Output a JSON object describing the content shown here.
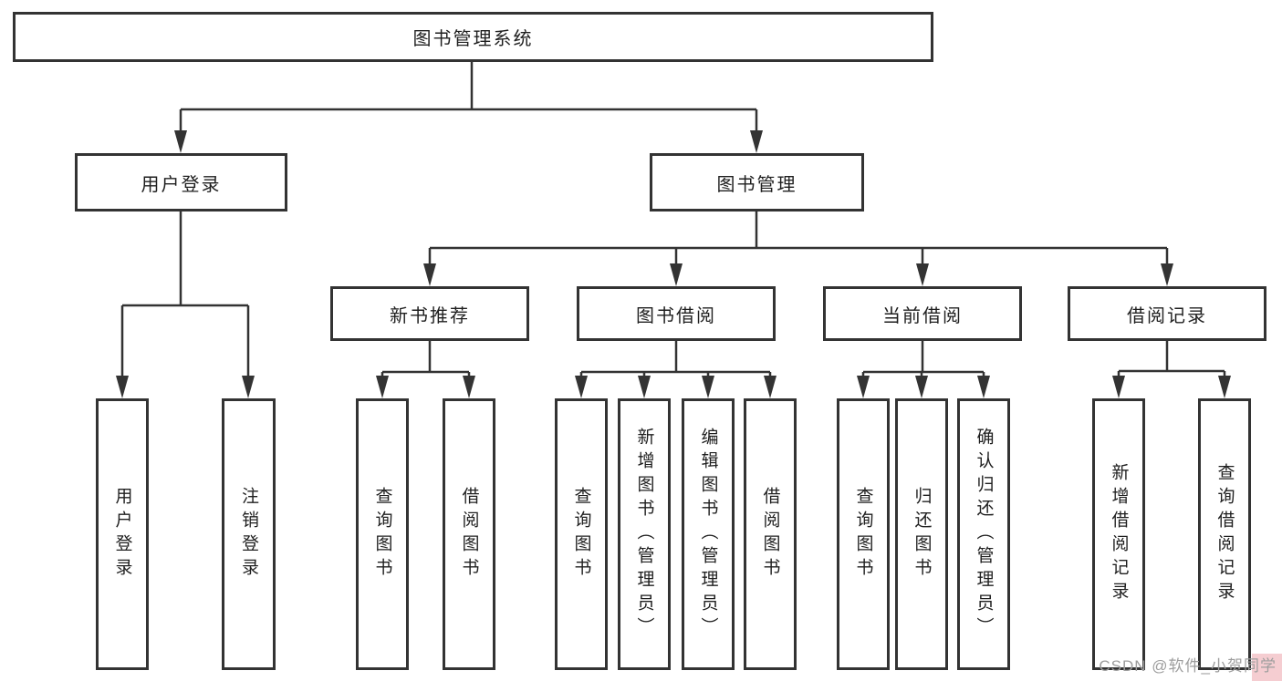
{
  "diagram": {
    "type": "tree",
    "nodes": {
      "root": "图书管理系统",
      "l2": [
        "用户登录",
        "图书管理"
      ],
      "l3": [
        "新书推荐",
        "图书借阅",
        "当前借阅",
        "借阅记录"
      ],
      "leaves": [
        "用户登录",
        "注销登录",
        "查询图书",
        "借阅图书",
        "查询图书",
        "新增图书（管理员）",
        "编辑图书（管理员）",
        "借阅图书",
        "查询图书",
        "归还图书",
        "确认归还（管理员）",
        "新增借阅记录",
        "查询借阅记录"
      ]
    },
    "hierarchy": {
      "图书管理系统": {
        "用户登录": [
          "用户登录",
          "注销登录"
        ],
        "图书管理": {
          "新书推荐": [
            "查询图书",
            "借阅图书"
          ],
          "图书借阅": [
            "查询图书",
            "新增图书（管理员）",
            "编辑图书（管理员）",
            "借阅图书"
          ],
          "当前借阅": [
            "查询图书",
            "归还图书",
            "确认归还（管理员）"
          ],
          "借阅记录": [
            "新增借阅记录",
            "查询借阅记录"
          ]
        }
      }
    }
  },
  "watermark": {
    "text": "CSDN @软件_小贺同学"
  },
  "colors": {
    "line": "#333333",
    "box_border": "#333333",
    "box_fill": "#ffffff",
    "text": "#1f1f1f",
    "watermark_text": "#9e9e9e",
    "corner_patch": "#f2bcc2"
  }
}
